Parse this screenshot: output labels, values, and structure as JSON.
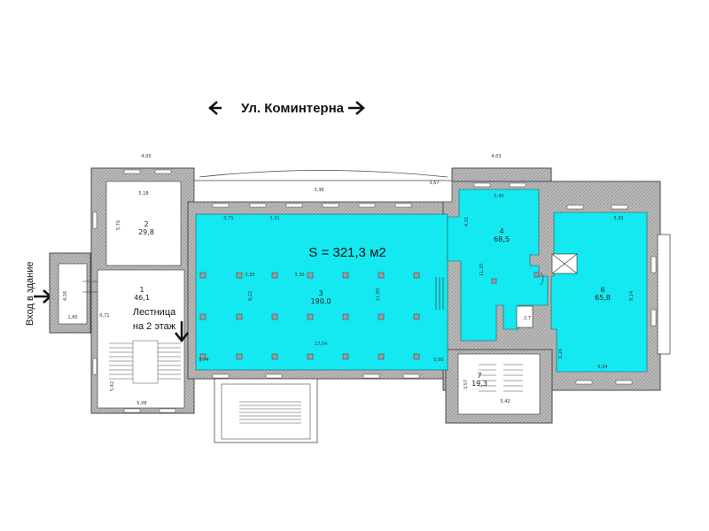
{
  "street": {
    "name": "Ул. Коминтерна"
  },
  "entrance": {
    "label": "Вход в здание"
  },
  "stairs": {
    "line1": "Лестница",
    "line2": "на 2 этаж"
  },
  "area": {
    "total": "S = 321,3 м2"
  },
  "rooms": [
    {
      "id": "room-1",
      "number": "1",
      "area": "46,1"
    },
    {
      "id": "room-2",
      "number": "2",
      "area": "29,8"
    },
    {
      "id": "room-3",
      "number": "3",
      "area": "190,0"
    },
    {
      "id": "room-4",
      "number": "4",
      "area": "68,5"
    },
    {
      "id": "room-6",
      "number": "6",
      "area": "65,8"
    },
    {
      "id": "room-7",
      "number": "7",
      "area": "19,3"
    }
  ],
  "dims": {
    "top_left": "4,00",
    "top_right": "4,03",
    "corridor": "3,36",
    "passage": "3,67",
    "r2_w": "5,18",
    "r2_h": "5,76",
    "r1_h": "4,26",
    "r1_w": "1,60",
    "r1_d": "0,71",
    "stair_w": "5,08",
    "stair_h": "5,42",
    "r3_len": "17,54",
    "r3_a": "0,71",
    "r3_b": "3,31",
    "r3_c": "3,35",
    "r3_d": "3,30",
    "r3_e": "8,22",
    "r3_f": "11,83",
    "r3_g": "0,74",
    "r3_h": "0,90",
    "r4_w": "5,40",
    "r4_h": "4,31",
    "r4_d": "11,33",
    "r6_w": "6,24",
    "r6_h": "9,14",
    "r6_a": "3,32",
    "r6_b": "0,26",
    "r7_w": "3,57",
    "r7_d": "5,42",
    "r5": "2,7"
  },
  "colors": {
    "room_fill": "#14e8f0",
    "wall": "#9a9a9a",
    "wall_dark": "#4a4a4a",
    "line": "#2a2a2a"
  }
}
